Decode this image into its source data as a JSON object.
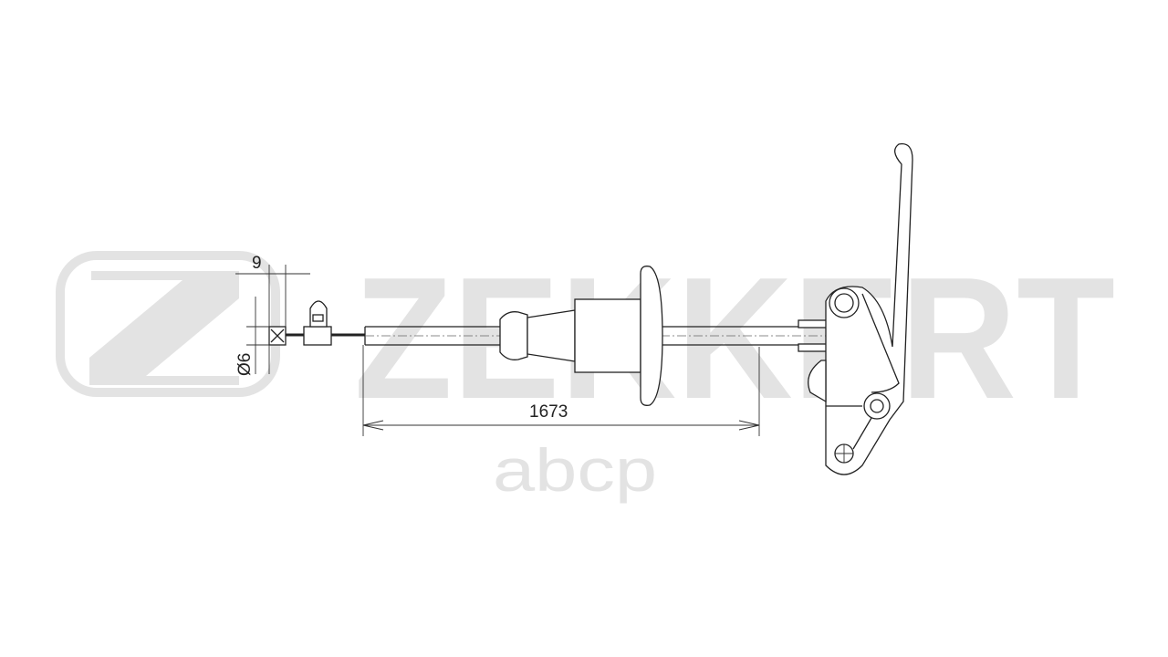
{
  "watermark": {
    "brand": "ZEKKERT",
    "secondary": "abcp",
    "color": "#e3e3e3"
  },
  "dimensions": {
    "wire_end_length": "9",
    "wire_end_diameter": "Ø6",
    "total_length": "1673"
  }
}
